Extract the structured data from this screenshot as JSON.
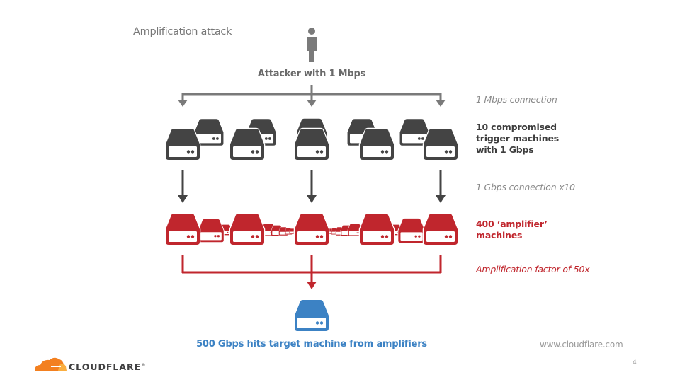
{
  "slide": {
    "title": "Amplification attack",
    "page_number": "4",
    "url": "www.cloudflare.com",
    "logo_text": "CLOUDFLARE",
    "logo_trademark": "®"
  },
  "diagram": {
    "attacker": {
      "label": "Attacker with 1 Mbps",
      "icon": "person-icon",
      "color": "#7a7a7a"
    },
    "tiers": [
      {
        "id": "attacker-connection",
        "side_label": "1 Mbps connection",
        "color": "#7a7a7a"
      },
      {
        "id": "trigger-machines",
        "side_label_lines": [
          "10 compromised",
          "trigger machines",
          "with 1 Gbps"
        ],
        "machine_count": 10,
        "icon": "server-icon",
        "color": "#444444"
      },
      {
        "id": "trigger-connection",
        "side_label": "1 Gbps connection x10",
        "color": "#444444"
      },
      {
        "id": "amplifier-machines",
        "side_label_lines": [
          "400 ‘amplifier’",
          "machines"
        ],
        "icon": "server-icon",
        "color": "#c0262d"
      },
      {
        "id": "amplification",
        "side_label": "Amplification factor of 50x",
        "color": "#c0262d"
      },
      {
        "id": "target",
        "label": "500 Gbps hits target machine from amplifiers",
        "icon": "server-icon",
        "color": "#3c82c4"
      }
    ]
  },
  "brand": {
    "orange": "#f38020",
    "light_orange": "#faae40"
  }
}
